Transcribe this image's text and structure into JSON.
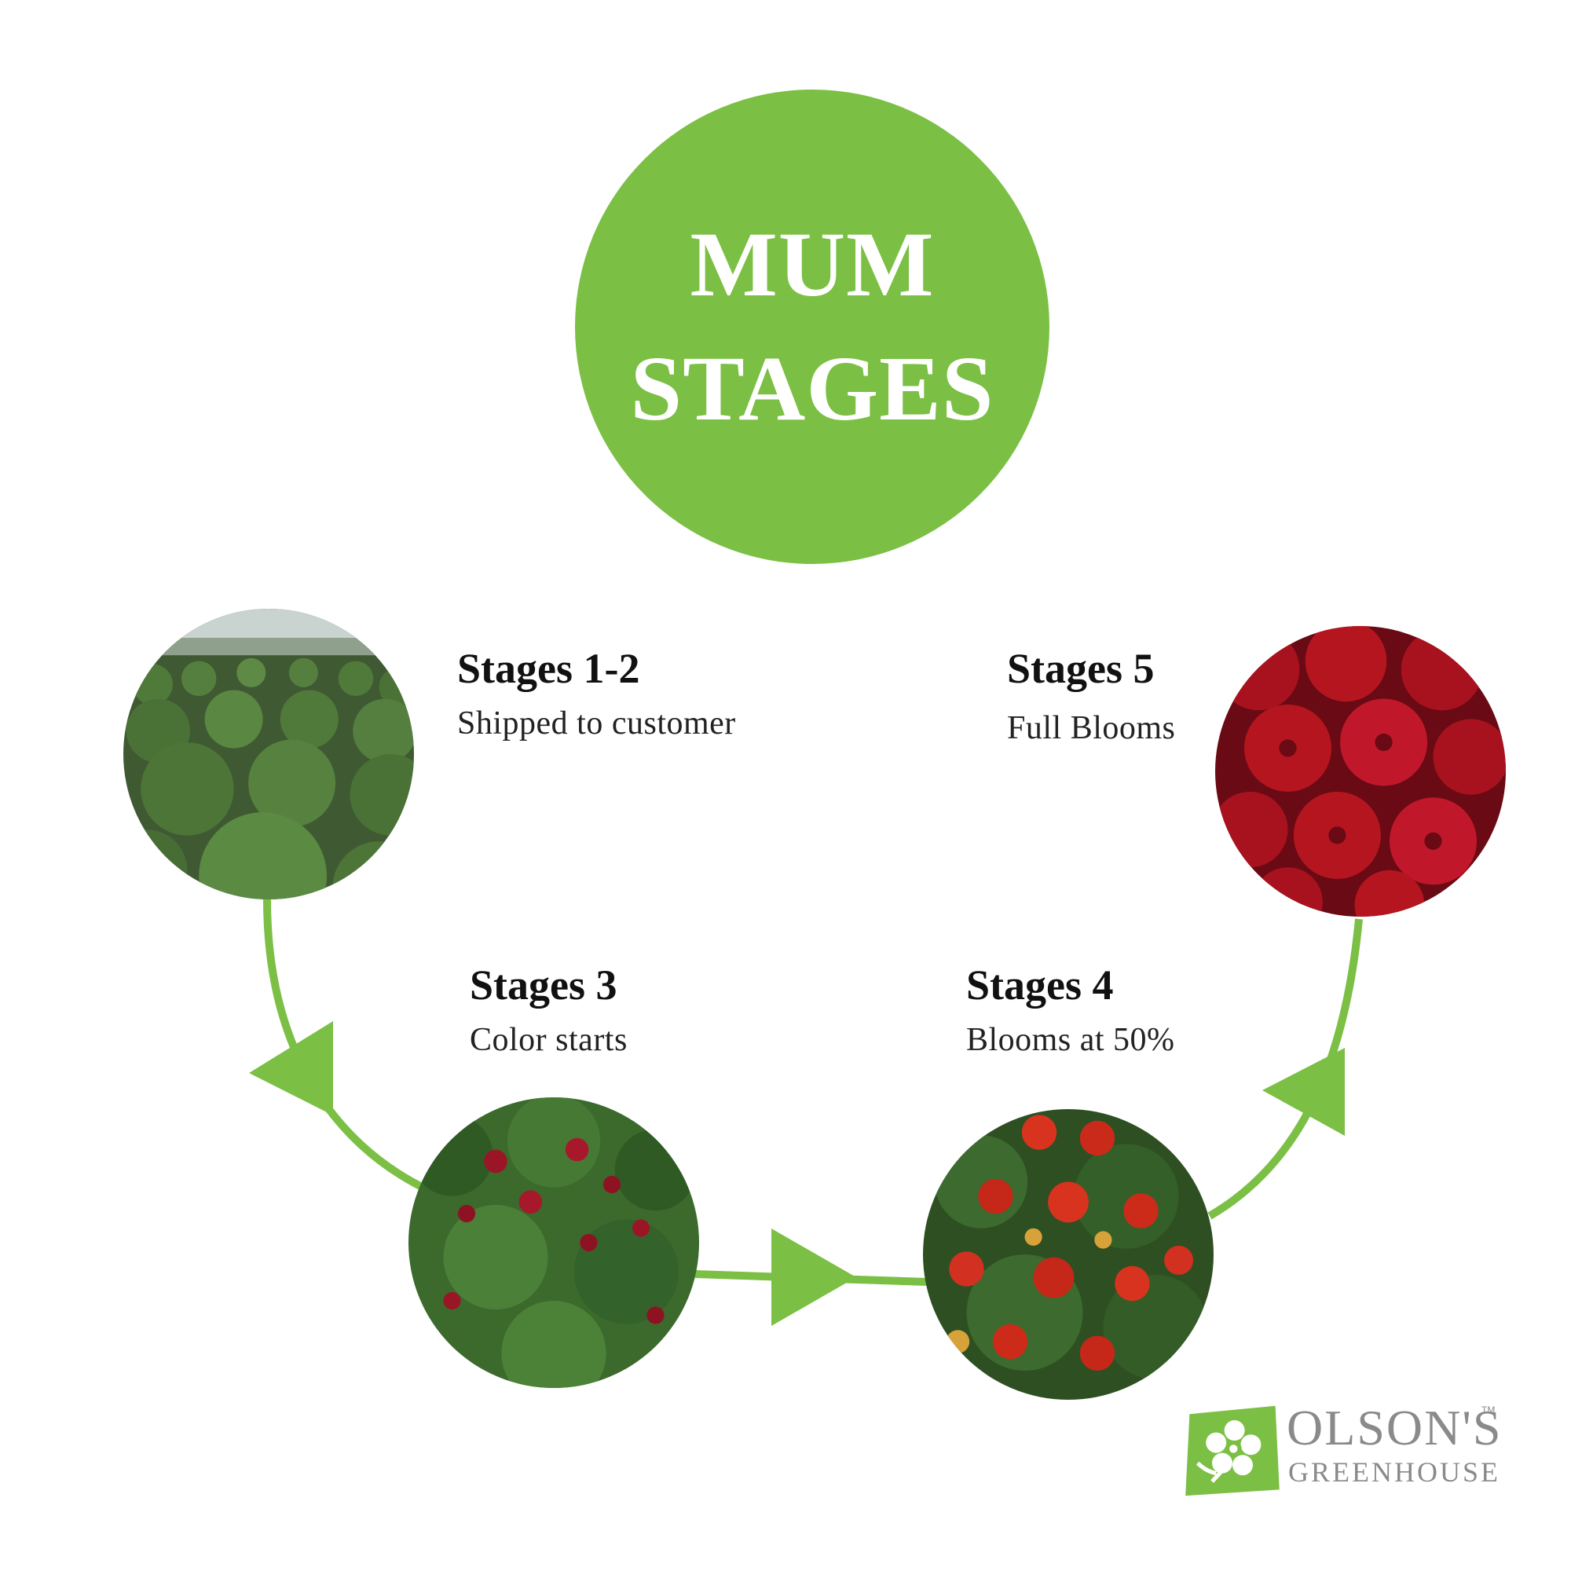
{
  "title": {
    "line1": "MUM",
    "line2": "STAGES"
  },
  "colors": {
    "brand_green": "#7bbf44",
    "text": "#111111",
    "logo_gray": "#8a8a8a"
  },
  "stages": [
    {
      "title": "Stages 1-2",
      "description": "Shipped to customer",
      "photo": "green mum plants in greenhouse rows"
    },
    {
      "title": "Stages 3",
      "description": "Color starts",
      "photo": "mum plant with first red blooms"
    },
    {
      "title": "Stages 4",
      "description": "Blooms at 50%",
      "photo": "mum plant half in bloom"
    },
    {
      "title": "Stages 5",
      "description": "Full Blooms",
      "photo": "mum plant in full red bloom"
    }
  ],
  "logo": {
    "name": "OLSON'S",
    "subtitle": "GREENHOUSE",
    "trademark": "TM",
    "icon": "flower-logo-icon"
  }
}
